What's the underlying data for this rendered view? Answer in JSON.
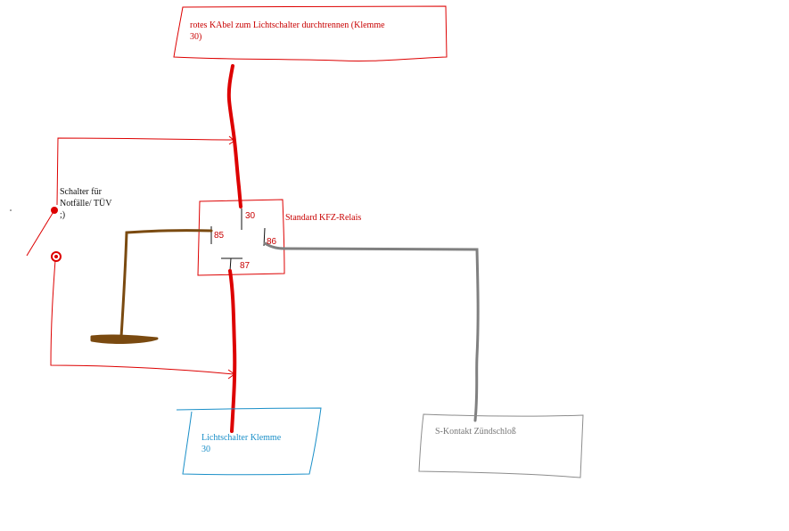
{
  "labels": {
    "top_box": "rotes KAbel zum Lichtschalter durchtrennen (Klemme\n30)",
    "relay_name": "Standard KFZ-Relais",
    "pin_30": "30",
    "pin_85": "85",
    "pin_86": "86",
    "pin_87": "87",
    "switch_note": "Schalter für\nNotfälle/ TÜV\n;)",
    "light_switch": "Lichtschalter Klemme\n30",
    "ignition": "S-Kontakt Zündschloß"
  },
  "colors": {
    "red_wire": "#dd0000",
    "red_text": "#c80000",
    "brown_wire": "#7a4a10",
    "gray_wire": "#808080",
    "blue_box": "#1a8fc8",
    "gray_box": "#8c8c8c"
  }
}
